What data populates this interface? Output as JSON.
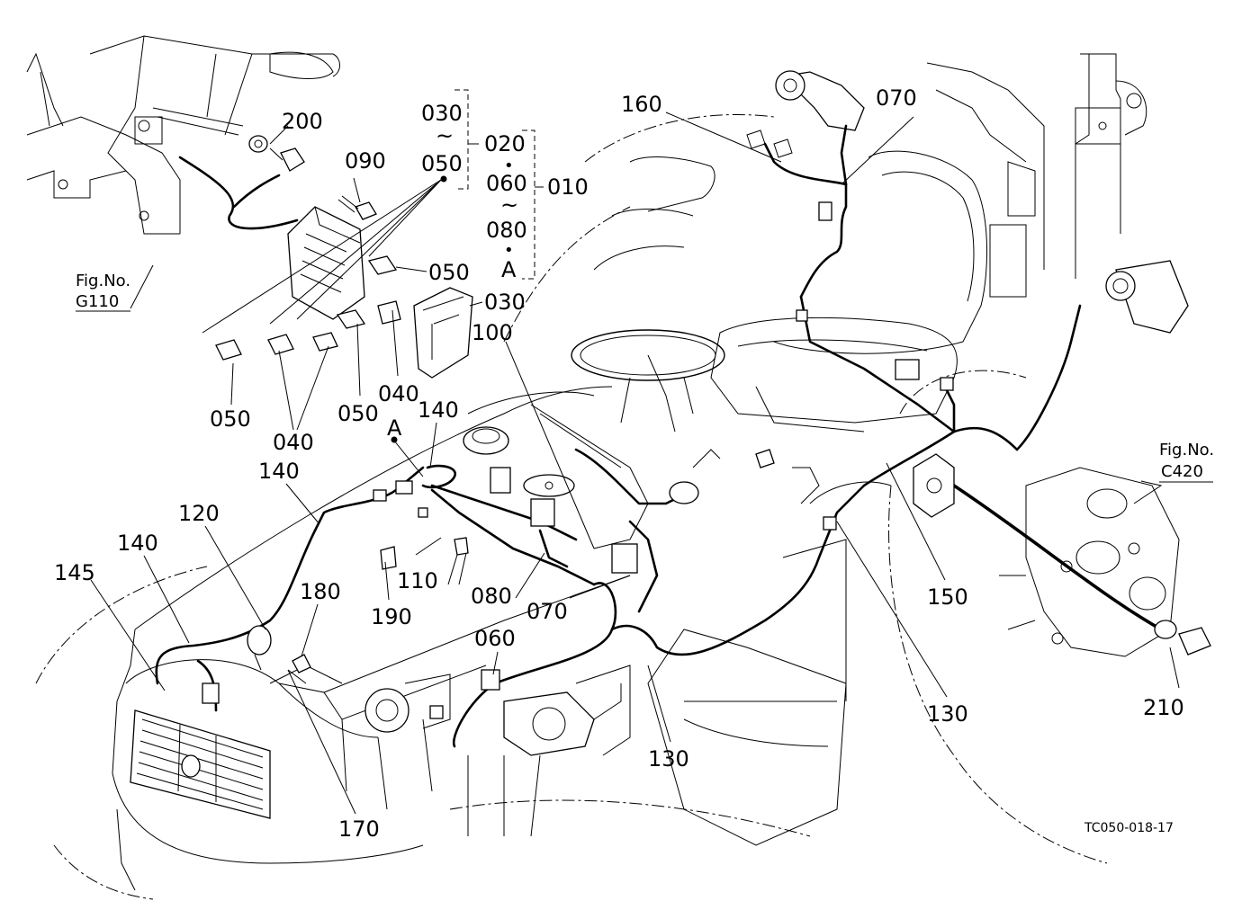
{
  "diagram": {
    "code": "TC050-018-17",
    "callouts": [
      {
        "id": "c200",
        "text": "200"
      },
      {
        "id": "c090",
        "text": "090"
      },
      {
        "id": "c030a",
        "text": "030"
      },
      {
        "id": "c050a",
        "text": "050"
      },
      {
        "id": "c020",
        "text": "020"
      },
      {
        "id": "c060",
        "text": "060"
      },
      {
        "id": "c080a",
        "text": "080"
      },
      {
        "id": "cA1",
        "text": "A"
      },
      {
        "id": "c010",
        "text": "010"
      },
      {
        "id": "c050b",
        "text": "050"
      },
      {
        "id": "c030b",
        "text": "030"
      },
      {
        "id": "c100",
        "text": "100"
      },
      {
        "id": "c050c",
        "text": "050"
      },
      {
        "id": "c040a",
        "text": "040"
      },
      {
        "id": "c050d",
        "text": "050"
      },
      {
        "id": "c040b",
        "text": "040"
      },
      {
        "id": "c160",
        "text": "160"
      },
      {
        "id": "c070a",
        "text": "070"
      },
      {
        "id": "c140a",
        "text": "140"
      },
      {
        "id": "cA2",
        "text": "A"
      },
      {
        "id": "c140b",
        "text": "140"
      },
      {
        "id": "c120",
        "text": "120"
      },
      {
        "id": "c140c",
        "text": "140"
      },
      {
        "id": "c145",
        "text": "145"
      },
      {
        "id": "c180",
        "text": "180"
      },
      {
        "id": "c110",
        "text": "110"
      },
      {
        "id": "c190",
        "text": "190"
      },
      {
        "id": "c080b",
        "text": "080"
      },
      {
        "id": "c070b",
        "text": "070"
      },
      {
        "id": "c060b",
        "text": "060"
      },
      {
        "id": "c130a",
        "text": "130"
      },
      {
        "id": "c130b",
        "text": "130"
      },
      {
        "id": "c150",
        "text": "150"
      },
      {
        "id": "c210",
        "text": "210"
      },
      {
        "id": "c170",
        "text": "170"
      }
    ],
    "figure_refs": [
      {
        "id": "figG110",
        "line1": "Fig.No.",
        "line2": "G110"
      },
      {
        "id": "figC420",
        "line1": "Fig.No.",
        "line2": "C420"
      }
    ],
    "range_marks": {
      "tilde": "~",
      "dot": "•"
    }
  }
}
